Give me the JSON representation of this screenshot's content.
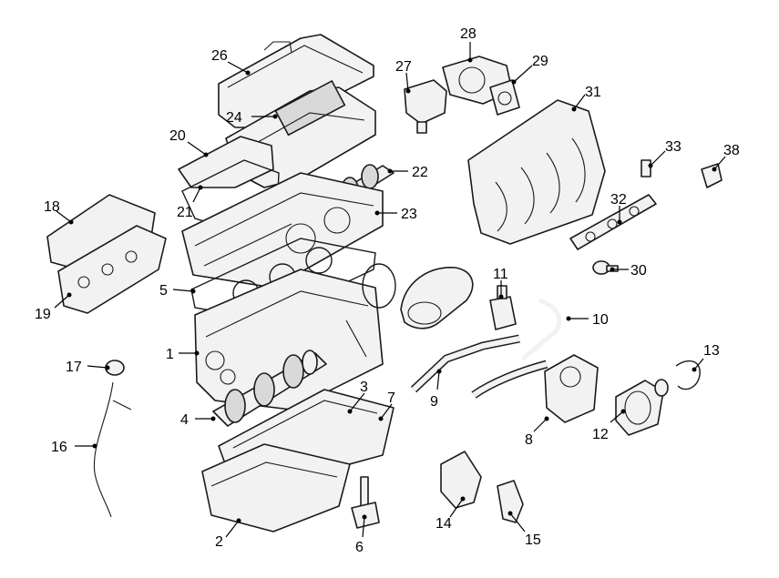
{
  "callouts": {
    "c1": "1",
    "c2": "2",
    "c3": "3",
    "c4": "4",
    "c5": "5",
    "c6": "6",
    "c7": "7",
    "c8": "8",
    "c9": "9",
    "c10": "10",
    "c11": "11",
    "c12": "12",
    "c13": "13",
    "c14": "14",
    "c15": "15",
    "c16": "16",
    "c17": "17",
    "c18": "18",
    "c19": "19",
    "c20": "20",
    "c21": "21",
    "c22": "22",
    "c23": "23",
    "c24": "24",
    "c26": "26",
    "c27": "27",
    "c28": "28",
    "c29": "29",
    "c30": "30",
    "c31": "31",
    "c32": "32",
    "c33": "33",
    "c38": "38"
  }
}
